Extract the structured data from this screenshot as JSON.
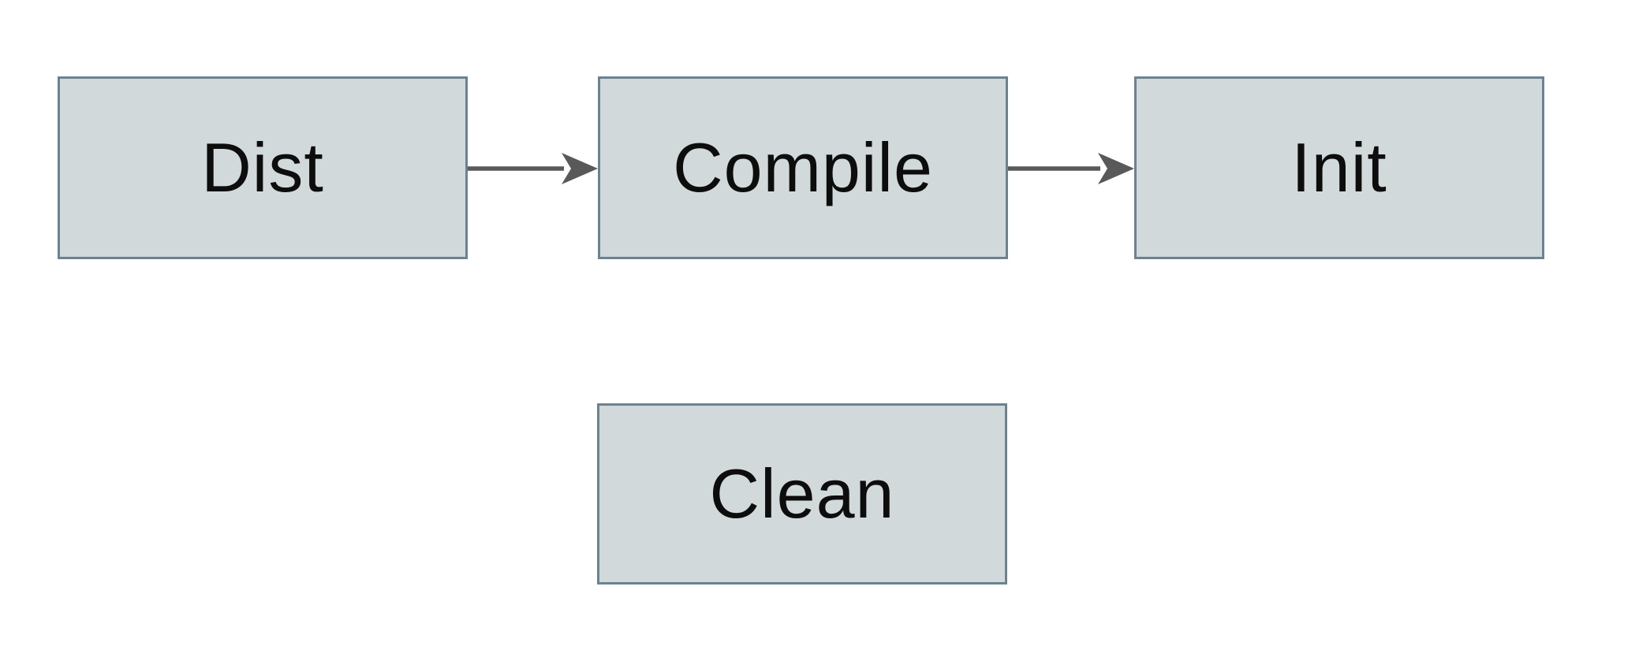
{
  "diagram": {
    "type": "flowchart",
    "colors": {
      "background": "#ffffff",
      "node_fill": "#d2d9db",
      "node_border": "#6b8290",
      "arrow_color": "#595959",
      "text_color": "#0d0d0d"
    },
    "nodes": [
      {
        "id": "dist",
        "label": "Dist"
      },
      {
        "id": "compile",
        "label": "Compile"
      },
      {
        "id": "init",
        "label": "Init"
      },
      {
        "id": "clean",
        "label": "Clean"
      }
    ],
    "edges": [
      {
        "from": "Dist",
        "to": "Compile",
        "style": "arrow"
      },
      {
        "from": "Compile",
        "to": "Init",
        "style": "arrow"
      }
    ]
  }
}
